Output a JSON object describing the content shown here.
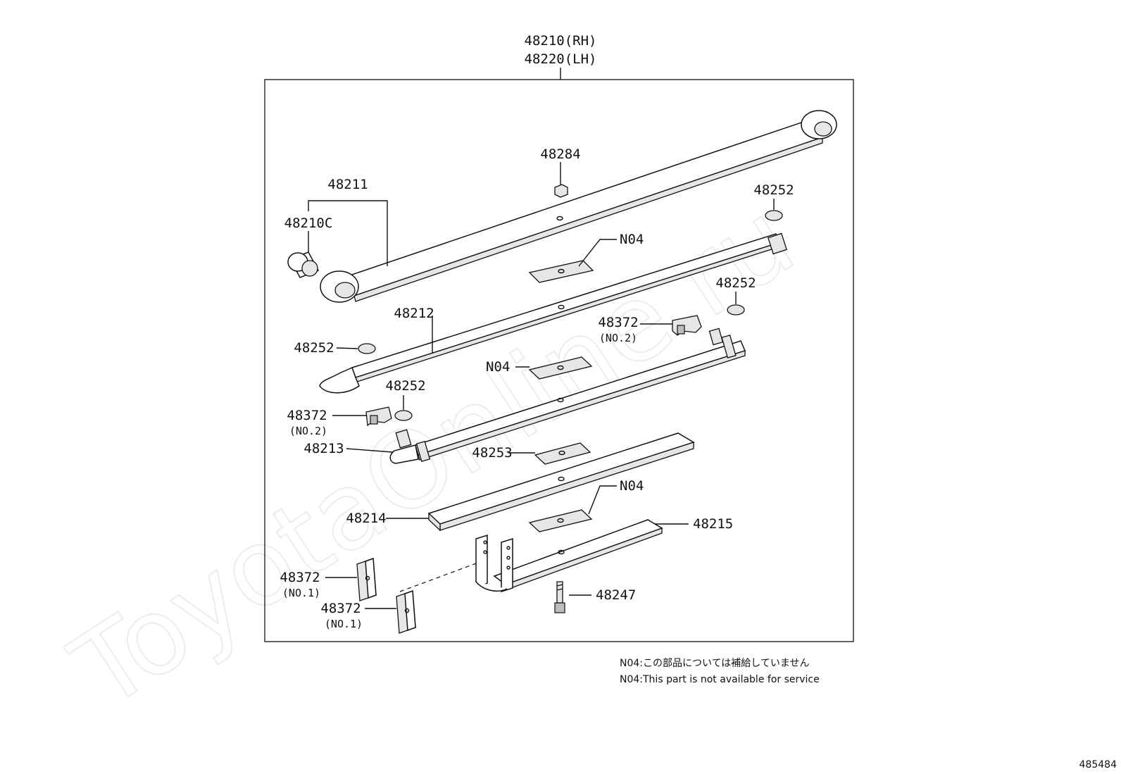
{
  "assembly": {
    "rh": "48210(RH)",
    "lh": "48220(LH)"
  },
  "labels": {
    "p48284": "48284",
    "p48211": "48211",
    "p48210c": "48210C",
    "p48252_a": "48252",
    "p48252_b": "48252",
    "p48252_c": "48252",
    "p48252_d": "48252",
    "n04_a": "N04",
    "n04_b": "N04",
    "n04_c": "N04",
    "p48212": "48212",
    "p48372_a": "48372",
    "p48372_a_sub": "(NO.2)",
    "p48372_b": "48372",
    "p48372_b_sub": "(NO.2)",
    "p48372_c": "48372",
    "p48372_c_sub": "(NO.1)",
    "p48372_d": "48372",
    "p48372_d_sub": "(NO.1)",
    "p48213": "48213",
    "p48253": "48253",
    "p48214": "48214",
    "p48215": "48215",
    "p48247": "48247"
  },
  "notes": {
    "jp": "N04:この部品については補給していません",
    "en": "N04:This part is not available for service"
  },
  "figure_id": "485484",
  "watermark": "ToyotaOnline.ru"
}
